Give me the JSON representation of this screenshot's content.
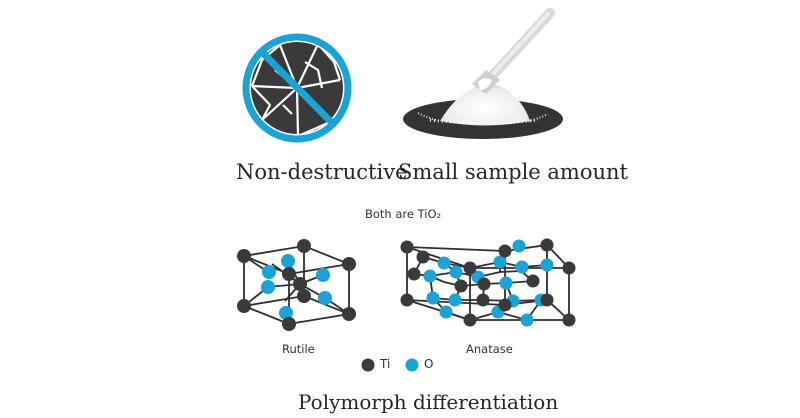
{
  "colors": {
    "accent_blue": "#1aa3d6",
    "dark_gray": "#3a3a3a",
    "powder_white": "#f2f2f2"
  },
  "icons": {
    "non_destructive": "broken-sample-prohibited-icon",
    "small_sample": "powder-spatula-icon"
  },
  "features": {
    "non_destructive_label": "Non-destructive",
    "small_sample_label": "Small sample amount"
  },
  "polymorphs": {
    "heading": "Both are TiO₂",
    "rutile_label": "Rutile",
    "anatase_label": "Anatase",
    "legend": {
      "ti_label": "Ti",
      "o_label": "O"
    }
  },
  "footer": {
    "title": "Polymorph differentiation"
  }
}
